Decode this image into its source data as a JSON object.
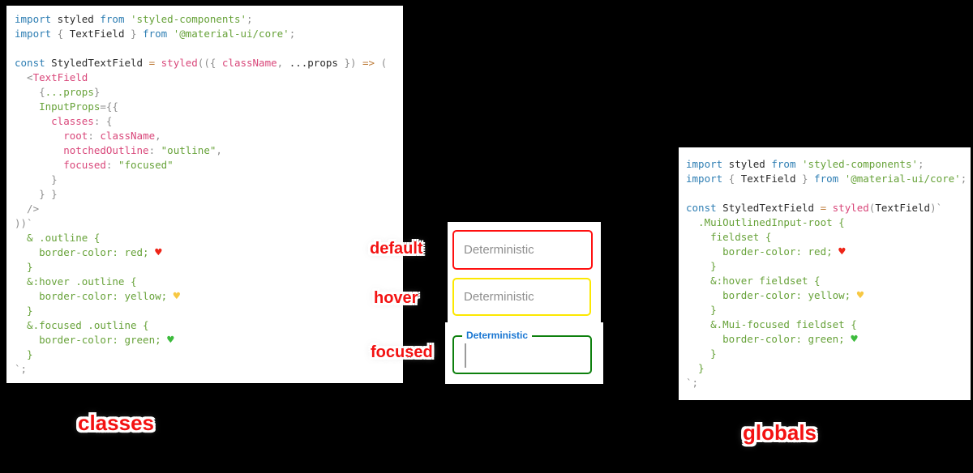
{
  "page": {
    "background": "#000000"
  },
  "stickers": {
    "default": "default",
    "hover": "hover",
    "focused": "focused",
    "classes": "classes",
    "globals": "globals",
    "color": "#f31212"
  },
  "fields": {
    "default": {
      "placeholder": "Deterministic",
      "border_color": "#ff0000"
    },
    "hover": {
      "placeholder": "Deterministic",
      "border_color": "#ffeb00"
    },
    "focused": {
      "label": "Deterministic",
      "border_color": "#008000",
      "label_color": "#1976d2"
    }
  },
  "icons": {
    "heart_red": "♥",
    "heart_yellow": "♥",
    "heart_green": "♥"
  },
  "syntax_colors": {
    "keyword": "#2e7eb3",
    "identifier": "#2b2b2b",
    "string": "#67a239",
    "css": "#67a239",
    "component": "#d9477a",
    "operator": "#bd7b39",
    "punctuation": "#8e8e8e"
  },
  "left_code": {
    "lines": [
      [
        {
          "t": "import",
          "c": "kw"
        },
        {
          "t": " styled ",
          "c": "id"
        },
        {
          "t": "from",
          "c": "kw"
        },
        {
          "t": " ",
          "c": "id"
        },
        {
          "t": "'styled-components'",
          "c": "str"
        },
        {
          "t": ";",
          "c": "pu"
        }
      ],
      [
        {
          "t": "import",
          "c": "kw"
        },
        {
          "t": " { ",
          "c": "pu"
        },
        {
          "t": "TextField",
          "c": "id"
        },
        {
          "t": " } ",
          "c": "pu"
        },
        {
          "t": "from",
          "c": "kw"
        },
        {
          "t": " ",
          "c": "id"
        },
        {
          "t": "'@material-ui/core'",
          "c": "str"
        },
        {
          "t": ";",
          "c": "pu"
        }
      ],
      [],
      [
        {
          "t": "const",
          "c": "kw"
        },
        {
          "t": " StyledTextField ",
          "c": "id"
        },
        {
          "t": "=",
          "c": "op"
        },
        {
          "t": " ",
          "c": "id"
        },
        {
          "t": "styled",
          "c": "pk"
        },
        {
          "t": "(({ ",
          "c": "pu"
        },
        {
          "t": "className",
          "c": "pk"
        },
        {
          "t": ", ",
          "c": "pu"
        },
        {
          "t": "...props",
          "c": "id"
        },
        {
          "t": " }) ",
          "c": "pu"
        },
        {
          "t": "=>",
          "c": "op"
        },
        {
          "t": " (",
          "c": "pu"
        }
      ],
      [
        {
          "t": "  <",
          "c": "pu"
        },
        {
          "t": "TextField",
          "c": "pk"
        }
      ],
      [
        {
          "t": "    {",
          "c": "pu"
        },
        {
          "t": "...props",
          "c": "css"
        },
        {
          "t": "}",
          "c": "pu"
        }
      ],
      [
        {
          "t": "    ",
          "c": "id"
        },
        {
          "t": "InputProps",
          "c": "css"
        },
        {
          "t": "={{",
          "c": "pu"
        }
      ],
      [
        {
          "t": "      ",
          "c": "id"
        },
        {
          "t": "classes",
          "c": "pk"
        },
        {
          "t": ": {",
          "c": "pu"
        }
      ],
      [
        {
          "t": "        ",
          "c": "id"
        },
        {
          "t": "root",
          "c": "pk"
        },
        {
          "t": ": ",
          "c": "pu"
        },
        {
          "t": "className",
          "c": "pk"
        },
        {
          "t": ",",
          "c": "pu"
        }
      ],
      [
        {
          "t": "        ",
          "c": "id"
        },
        {
          "t": "notchedOutline",
          "c": "pk"
        },
        {
          "t": ": ",
          "c": "pu"
        },
        {
          "t": "\"outline\"",
          "c": "str"
        },
        {
          "t": ",",
          "c": "pu"
        }
      ],
      [
        {
          "t": "        ",
          "c": "id"
        },
        {
          "t": "focused",
          "c": "pk"
        },
        {
          "t": ": ",
          "c": "pu"
        },
        {
          "t": "\"focused\"",
          "c": "str"
        }
      ],
      [
        {
          "t": "      }",
          "c": "pu"
        }
      ],
      [
        {
          "t": "    } }",
          "c": "pu"
        }
      ],
      [
        {
          "t": "  />",
          "c": "pu"
        }
      ],
      [
        {
          "t": "))`",
          "c": "pu"
        }
      ],
      [
        {
          "t": "  & .outline {",
          "c": "css"
        }
      ],
      [
        {
          "t": "    border-color: red; ",
          "c": "css"
        },
        {
          "t": "♥",
          "c": "hr"
        }
      ],
      [
        {
          "t": "  }",
          "c": "css"
        }
      ],
      [
        {
          "t": "  &:hover .outline {",
          "c": "css"
        }
      ],
      [
        {
          "t": "    border-color: yellow; ",
          "c": "css"
        },
        {
          "t": "♥",
          "c": "hy"
        }
      ],
      [
        {
          "t": "  }",
          "c": "css"
        }
      ],
      [
        {
          "t": "  &.focused .outline {",
          "c": "css"
        }
      ],
      [
        {
          "t": "    border-color: green; ",
          "c": "css"
        },
        {
          "t": "♥",
          "c": "hg"
        }
      ],
      [
        {
          "t": "  }",
          "c": "css"
        }
      ],
      [
        {
          "t": "`;",
          "c": "pu"
        }
      ]
    ]
  },
  "right_code": {
    "lines": [
      [
        {
          "t": "import",
          "c": "kw"
        },
        {
          "t": " styled ",
          "c": "id"
        },
        {
          "t": "from",
          "c": "kw"
        },
        {
          "t": " ",
          "c": "id"
        },
        {
          "t": "'styled-components'",
          "c": "str"
        },
        {
          "t": ";",
          "c": "pu"
        }
      ],
      [
        {
          "t": "import",
          "c": "kw"
        },
        {
          "t": " { ",
          "c": "pu"
        },
        {
          "t": "TextField",
          "c": "id"
        },
        {
          "t": " } ",
          "c": "pu"
        },
        {
          "t": "from",
          "c": "kw"
        },
        {
          "t": " ",
          "c": "id"
        },
        {
          "t": "'@material-ui/core'",
          "c": "str"
        },
        {
          "t": ";",
          "c": "pu"
        }
      ],
      [],
      [
        {
          "t": "const",
          "c": "kw"
        },
        {
          "t": " StyledTextField ",
          "c": "id"
        },
        {
          "t": "=",
          "c": "op"
        },
        {
          "t": " ",
          "c": "id"
        },
        {
          "t": "styled",
          "c": "pk"
        },
        {
          "t": "(",
          "c": "pu"
        },
        {
          "t": "TextField",
          "c": "id"
        },
        {
          "t": ")`",
          "c": "pu"
        }
      ],
      [
        {
          "t": "  .MuiOutlinedInput-root {",
          "c": "css"
        }
      ],
      [
        {
          "t": "    fieldset {",
          "c": "css"
        }
      ],
      [
        {
          "t": "      border-color: red; ",
          "c": "css"
        },
        {
          "t": "♥",
          "c": "hr"
        }
      ],
      [
        {
          "t": "    }",
          "c": "css"
        }
      ],
      [
        {
          "t": "    &:hover fieldset {",
          "c": "css"
        }
      ],
      [
        {
          "t": "      border-color: yellow; ",
          "c": "css"
        },
        {
          "t": "♥",
          "c": "hy"
        }
      ],
      [
        {
          "t": "    }",
          "c": "css"
        }
      ],
      [
        {
          "t": "    &.Mui-focused fieldset {",
          "c": "css"
        }
      ],
      [
        {
          "t": "      border-color: green; ",
          "c": "css"
        },
        {
          "t": "♥",
          "c": "hg"
        }
      ],
      [
        {
          "t": "    }",
          "c": "css"
        }
      ],
      [
        {
          "t": "  }",
          "c": "css"
        }
      ],
      [
        {
          "t": "`;",
          "c": "pu"
        }
      ]
    ]
  }
}
